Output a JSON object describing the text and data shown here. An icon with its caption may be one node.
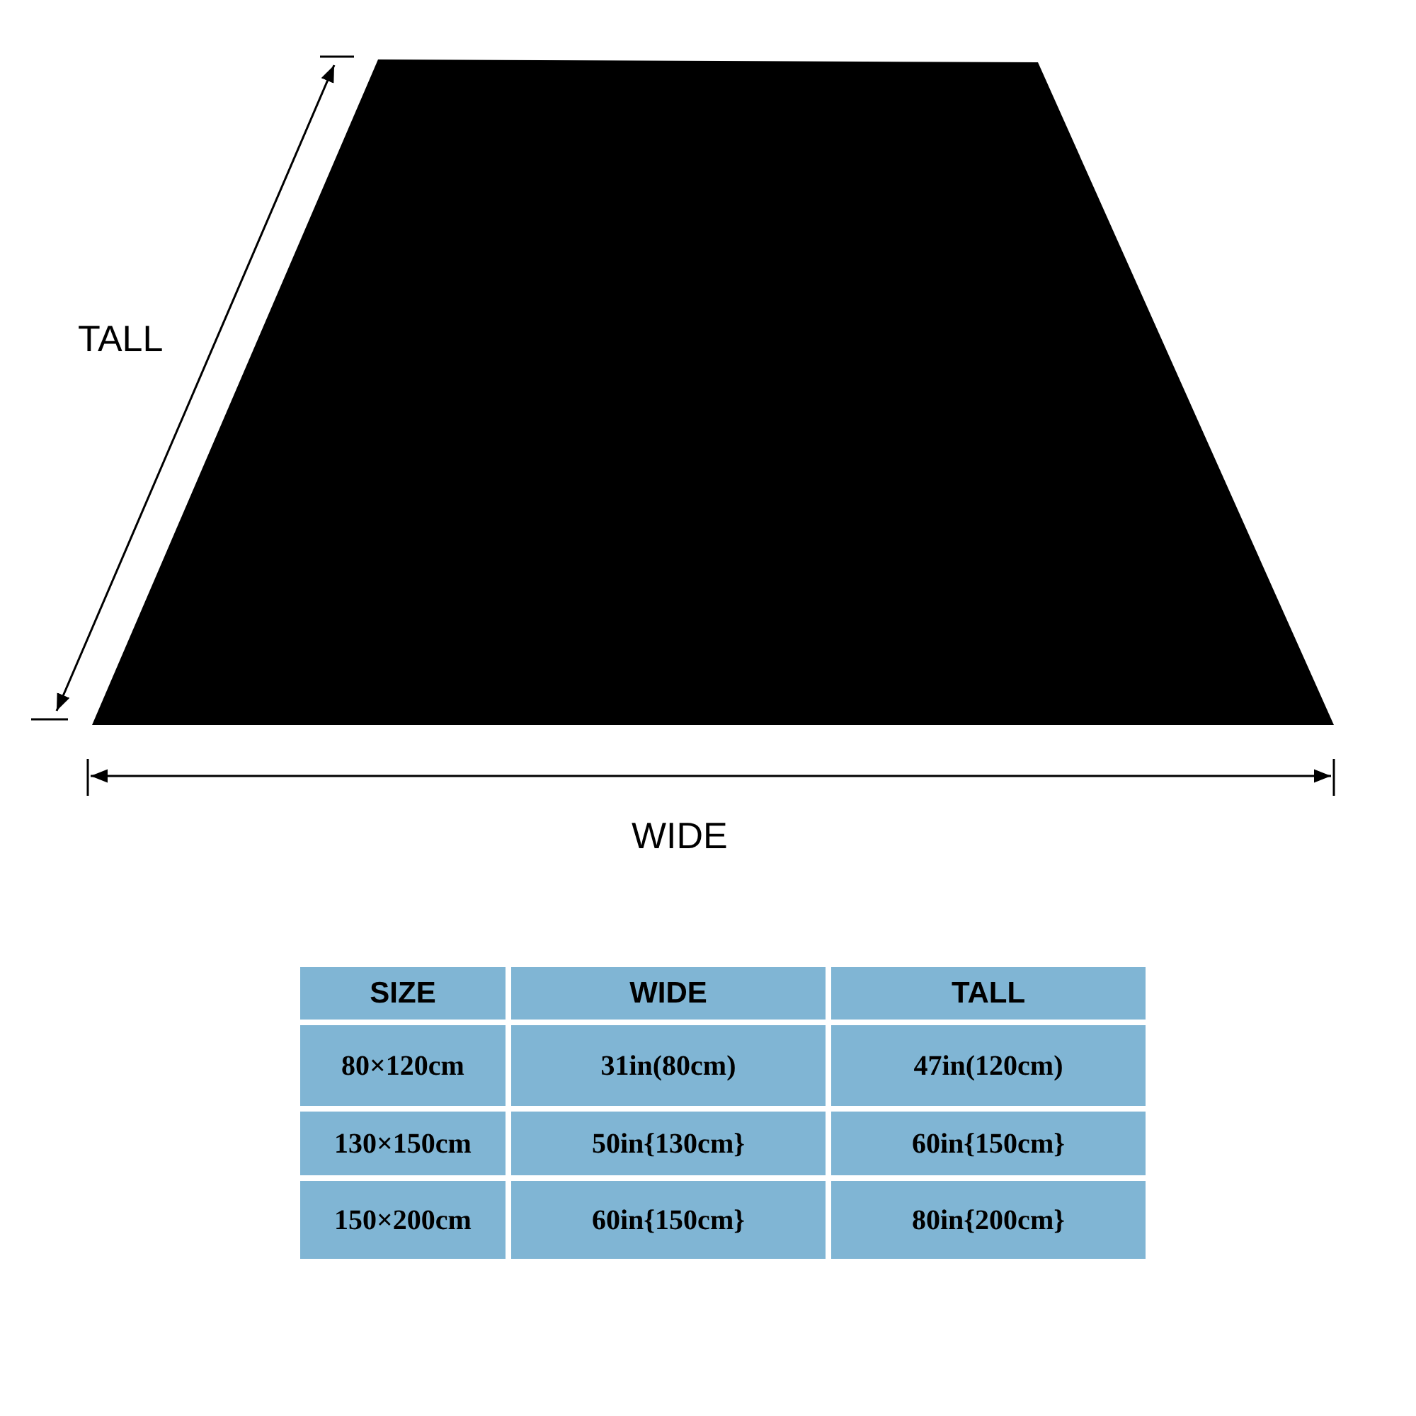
{
  "diagram": {
    "labels": [
      "TALL",
      "WIDE",
      "SIZE",
      "WIDE",
      "TALL",
      "80×120cm",
      "31in(80cm)",
      "47in(120cm)",
      "130×150cm",
      "50in{130cm}",
      "60in{150cm}",
      "150×200cm",
      "60in{150cm}",
      "80in{200cm}"
    ]
  }
}
